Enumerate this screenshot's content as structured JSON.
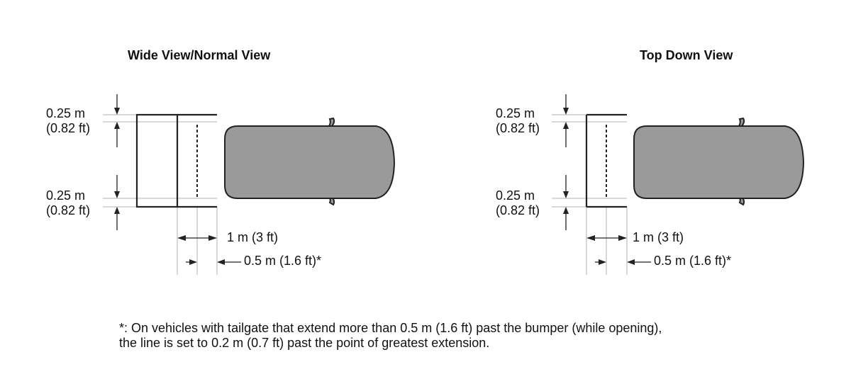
{
  "diagrams": [
    {
      "title": "Wide View/Normal View",
      "top_dim": {
        "metric": "0.25 m",
        "imperial": "(0.82 ft)"
      },
      "bottom_dim": {
        "metric": "0.25 m",
        "imperial": "(0.82 ft)"
      },
      "length_dim": "1 m (3 ft)",
      "offset_dim": "0.5 m (1.6 ft)*"
    },
    {
      "title": "Top Down View",
      "top_dim": {
        "metric": "0.25 m",
        "imperial": "(0.82 ft)"
      },
      "bottom_dim": {
        "metric": "0.25 m",
        "imperial": "(0.82 ft)"
      },
      "length_dim": "1 m (3 ft)",
      "offset_dim": "0.5 m (1.6 ft)*"
    }
  ],
  "footnote": {
    "line1": "*: On vehicles with tailgate that extend more than 0.5 m (1.6 ft) past the bumper (while opening),",
    "line2": "the line is set to 0.2 m (0.7 ft) past the point of greatest extension."
  }
}
